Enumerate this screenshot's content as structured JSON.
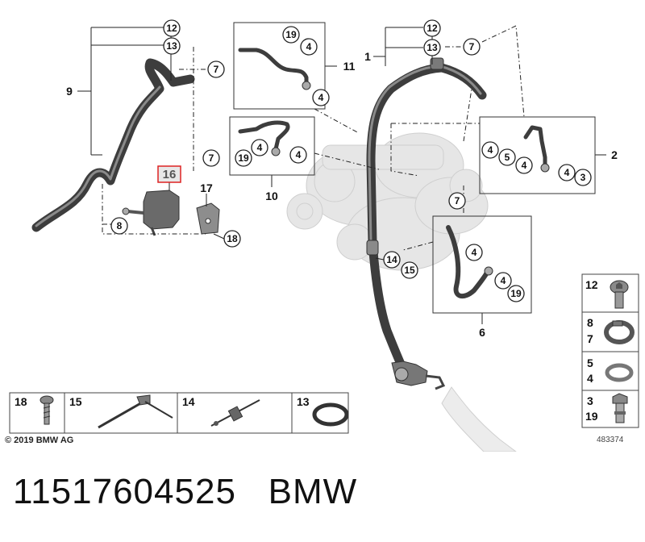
{
  "diagram": {
    "copyright": "© 2019 BMW AG",
    "image_id": "483374",
    "highlighted_part": "16",
    "group_labels": [
      "9",
      "11",
      "1",
      "2",
      "10",
      "6",
      "17"
    ],
    "callouts": [
      {
        "id": "c12a",
        "label": "12"
      },
      {
        "id": "c13a",
        "label": "13"
      },
      {
        "id": "c7a",
        "label": "7"
      },
      {
        "id": "c19a",
        "label": "19"
      },
      {
        "id": "c4a",
        "label": "4"
      },
      {
        "id": "c4b",
        "label": "4"
      },
      {
        "id": "c12b",
        "label": "12"
      },
      {
        "id": "c13b",
        "label": "13"
      },
      {
        "id": "c7b",
        "label": "7"
      },
      {
        "id": "c7c",
        "label": "7"
      },
      {
        "id": "c4c",
        "label": "4"
      },
      {
        "id": "c19b",
        "label": "19"
      },
      {
        "id": "c4d",
        "label": "4"
      },
      {
        "id": "c4e",
        "label": "4"
      },
      {
        "id": "c5a",
        "label": "5"
      },
      {
        "id": "c4f",
        "label": "4"
      },
      {
        "id": "c4g",
        "label": "4"
      },
      {
        "id": "c3a",
        "label": "3"
      },
      {
        "id": "c8a",
        "label": "8"
      },
      {
        "id": "c18a",
        "label": "18"
      },
      {
        "id": "c7d",
        "label": "7"
      },
      {
        "id": "c14a",
        "label": "14"
      },
      {
        "id": "c15a",
        "label": "15"
      },
      {
        "id": "c4h",
        "label": "4"
      },
      {
        "id": "c4i",
        "label": "4"
      },
      {
        "id": "c19c",
        "label": "19"
      }
    ],
    "bottom_table": [
      "18",
      "15",
      "14",
      "13"
    ],
    "side_table": [
      [
        "12"
      ],
      [
        "8",
        "7"
      ],
      [
        "5",
        "4"
      ],
      [
        "3",
        "19"
      ]
    ]
  },
  "caption": {
    "part_number": "11517604525",
    "brand": "BMW"
  }
}
